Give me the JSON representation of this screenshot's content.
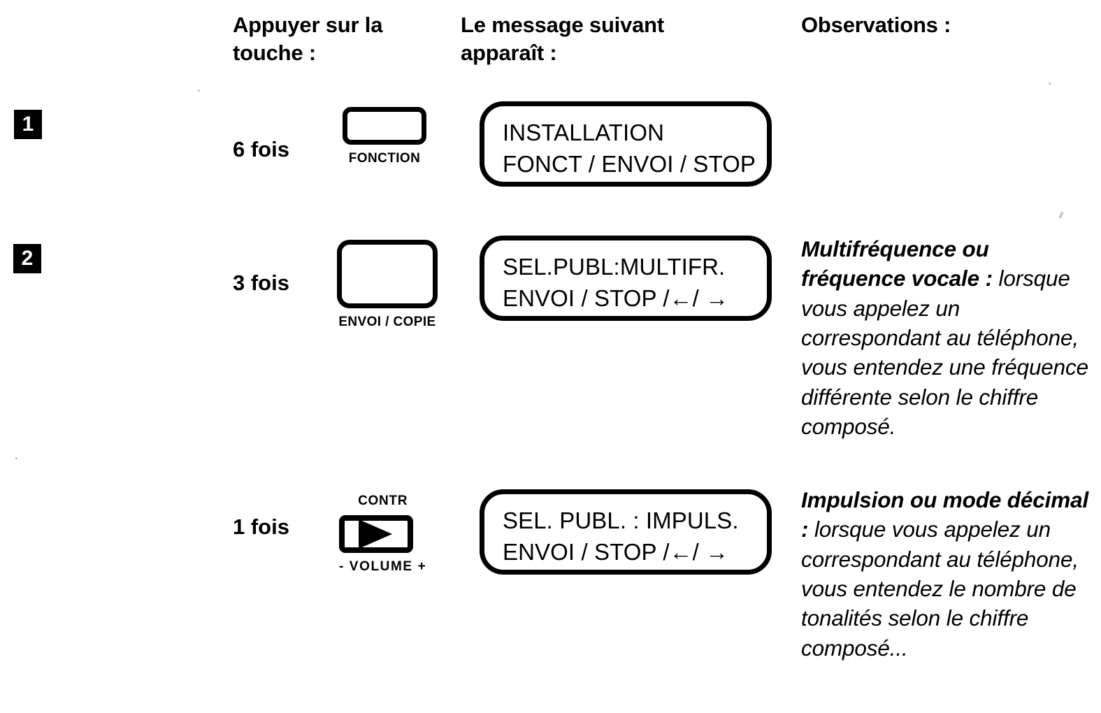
{
  "headers": {
    "key_column": "Appuyer sur la\ntouche :",
    "message_column": "Le message suivant\napparaît :",
    "observations_column": "Observations :"
  },
  "steps": [
    {
      "badge": "1",
      "press_count": "6 fois",
      "key": {
        "name": "FONCTION",
        "caption": "FONCTION",
        "caption_top": "",
        "icon": "",
        "shape": "rounded-rect-wide"
      },
      "display": {
        "line1": "INSTALLATION",
        "line2": "FONCT / ENVOI / STOP"
      },
      "observation_bold": "",
      "observation_rest": ""
    },
    {
      "badge": "2",
      "press_count": "3 fois",
      "key": {
        "name": "ENVOI / COPIE",
        "caption": "ENVOI / COPIE",
        "caption_top": "",
        "icon": "",
        "shape": "rounded-rect-tall"
      },
      "display": {
        "line1": "SEL.PUBL:MULTIFR.",
        "line2": "ENVOI / STOP /←/ →"
      },
      "observation_bold": "Multifréquence ou fréquence vocale :",
      "observation_rest": " lorsque vous appelez un correspondant au téléphone, vous entendez une fréquence différente selon le chiffre composé."
    },
    {
      "badge": "",
      "press_count": "1 fois",
      "key": {
        "name": "VOLUME",
        "caption": "- VOLUME +",
        "caption_top": "CONTR",
        "icon": "triangle-right-icon",
        "shape": "rounded-rect-volume"
      },
      "display": {
        "line1": "SEL. PUBL. : IMPULS.",
        "line2": "ENVOI / STOP /←/ →"
      },
      "observation_bold": "Impulsion ou mode décimal :",
      "observation_rest": " lorsque vous appelez un correspondant au téléphone, vous entendez le nombre de tonalités selon le chiffre composé..."
    }
  ],
  "colors": {
    "ink": "#000000",
    "page": "#ffffff",
    "badge_background": "#000000",
    "badge_text": "#ffffff"
  }
}
